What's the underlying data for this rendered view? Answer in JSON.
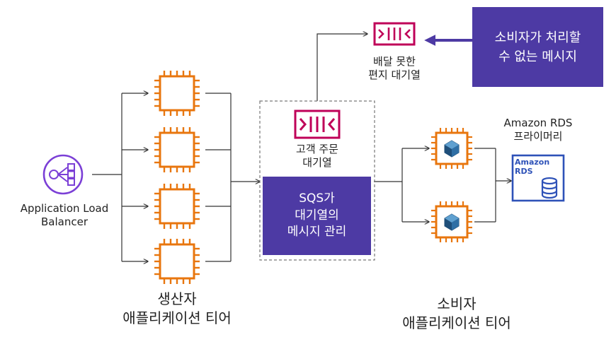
{
  "colors": {
    "orange": "#e8760e",
    "magenta": "#bf0058",
    "purple": "#4d3aa4",
    "alb_purple": "#7b3fd6",
    "rds_blue": "#2e52b8",
    "line": "#333333",
    "arrow_purple": "#4d3aa4"
  },
  "load_balancer": {
    "label": "Application Load\nBalancer",
    "icon": "alb-icon"
  },
  "producer_tier": {
    "label": "생산자\n애플리케이션 티어",
    "instance_count": 4
  },
  "queue": {
    "label": "고객 주문\n대기열",
    "box_text": "SQS가\n대기열의\n메시지 관리"
  },
  "dead_letter_queue": {
    "label": "배달 못한\n편지 대기열"
  },
  "callout": {
    "text": "소비자가 처리할\n수 없는 메시지"
  },
  "consumer_tier": {
    "label": "소비자\n애플리케이션 티어",
    "instance_count": 2
  },
  "rds": {
    "label": "Amazon RDS\n프라이머리",
    "icon_text": "Amazon\nRDS"
  }
}
